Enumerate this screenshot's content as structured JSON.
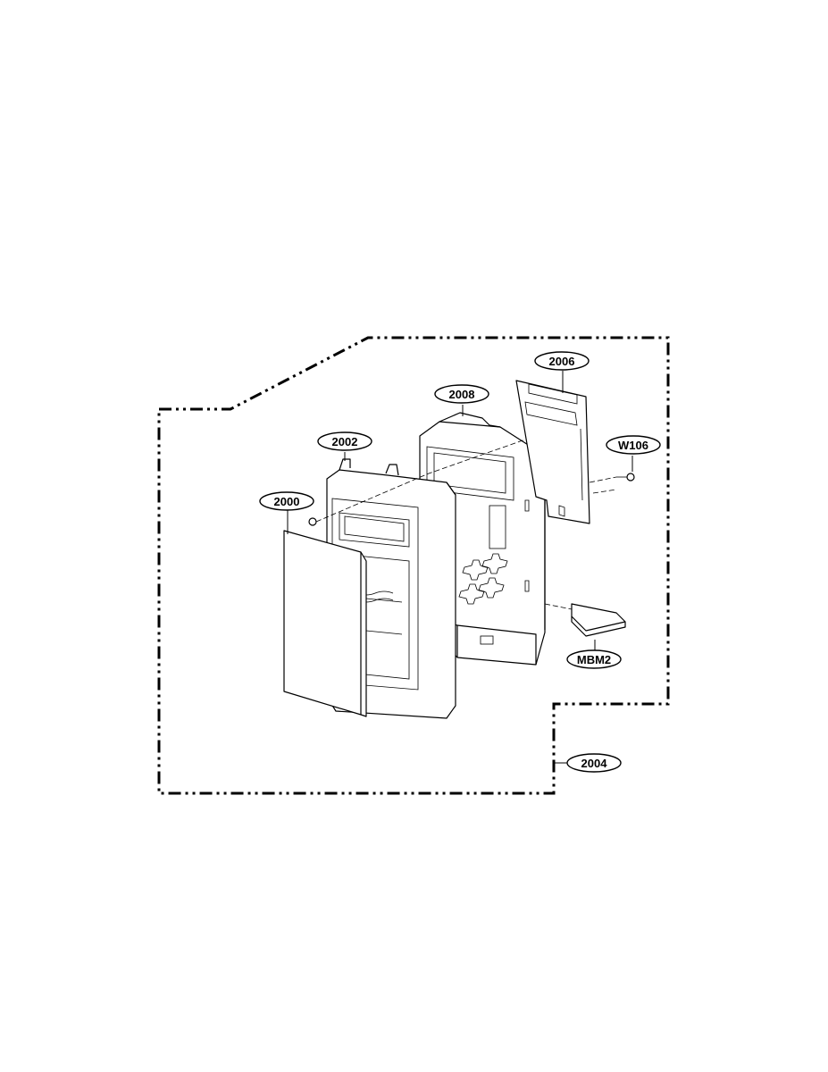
{
  "callouts": {
    "c2000": "2000",
    "c2002": "2002",
    "c2004": "2004",
    "c2006": "2006",
    "c2008": "2008",
    "cW106": "W106",
    "cMBM2": "MBM2"
  }
}
